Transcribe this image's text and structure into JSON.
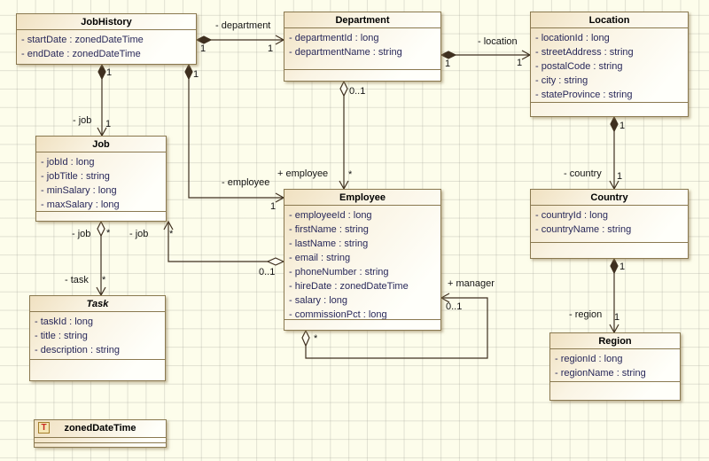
{
  "diagram": {
    "classes": {
      "jobHistory": {
        "name": "JobHistory",
        "attributes": [
          "- startDate : zonedDateTime",
          "- endDate : zonedDateTime"
        ]
      },
      "department": {
        "name": "Department",
        "attributes": [
          "- departmentId : long",
          "- departmentName : string"
        ]
      },
      "location": {
        "name": "Location",
        "attributes": [
          "- locationId : long",
          "- streetAddress : string",
          "- postalCode : string",
          "- city : string",
          "- stateProvince : string"
        ]
      },
      "job": {
        "name": "Job",
        "attributes": [
          "- jobId : long",
          "- jobTitle : string",
          "- minSalary : long",
          "- maxSalary : long"
        ]
      },
      "employee": {
        "name": "Employee",
        "attributes": [
          "- employeeId : long",
          "- firstName : string",
          "- lastName : string",
          "- email : string",
          "- phoneNumber : string",
          "- hireDate : zonedDateTime",
          "- salary : long",
          "- commissionPct : long"
        ]
      },
      "task": {
        "name": "Task",
        "attributes": [
          "- taskId : long",
          "- title : string",
          "- description : string"
        ]
      },
      "country": {
        "name": "Country",
        "attributes": [
          "- countryId : long",
          "- countryName : string"
        ]
      },
      "region": {
        "name": "Region",
        "attributes": [
          "- regionId : long",
          "- regionName : string"
        ]
      },
      "zonedDateTime": {
        "name": "zonedDateTime",
        "icon_letter": "T"
      }
    },
    "associations": [
      {
        "from": "JobHistory",
        "to": "Department",
        "target_label": "- department",
        "source_mult": "1",
        "target_mult": "1"
      },
      {
        "from": "Department",
        "to": "Location",
        "target_label": "- location",
        "source_mult": "1",
        "target_mult": "1"
      },
      {
        "from": "JobHistory",
        "to": "Job",
        "target_label": "- job",
        "source_mult": "1",
        "target_mult": "1"
      },
      {
        "from": "JobHistory",
        "to": "Employee",
        "target_label": "- employee",
        "source_mult": "1",
        "target_mult": "1"
      },
      {
        "from": "Department",
        "to": "Employee",
        "target_label": "+ employee",
        "source_mult": "0..1",
        "target_mult": "*"
      },
      {
        "from": "Employee",
        "to": "Job",
        "target_label": "- job",
        "source_mult": "0..1",
        "target_mult": "*"
      },
      {
        "from": "Job",
        "to": "Task",
        "source_label": "- job",
        "source_mult": "*",
        "target_label": "- task",
        "target_mult": "*"
      },
      {
        "from": "Location",
        "to": "Country",
        "target_label": "- country",
        "source_mult": "1",
        "target_mult": "1"
      },
      {
        "from": "Country",
        "to": "Region",
        "target_label": "- region",
        "source_mult": "1",
        "target_mult": "1"
      },
      {
        "from": "Employee",
        "to": "Employee",
        "target_label": "+ manager",
        "source_mult": "*",
        "target_mult": "0..1"
      }
    ],
    "colors": {
      "background": "#fdfdeb",
      "grid_line": "#d9d9cf",
      "box_border": "#8a7950",
      "box_fill": "#f0e1c1",
      "attribute_text": "#28285a",
      "edge_line": "#3f3020",
      "type_icon_red": "#c82820"
    }
  }
}
